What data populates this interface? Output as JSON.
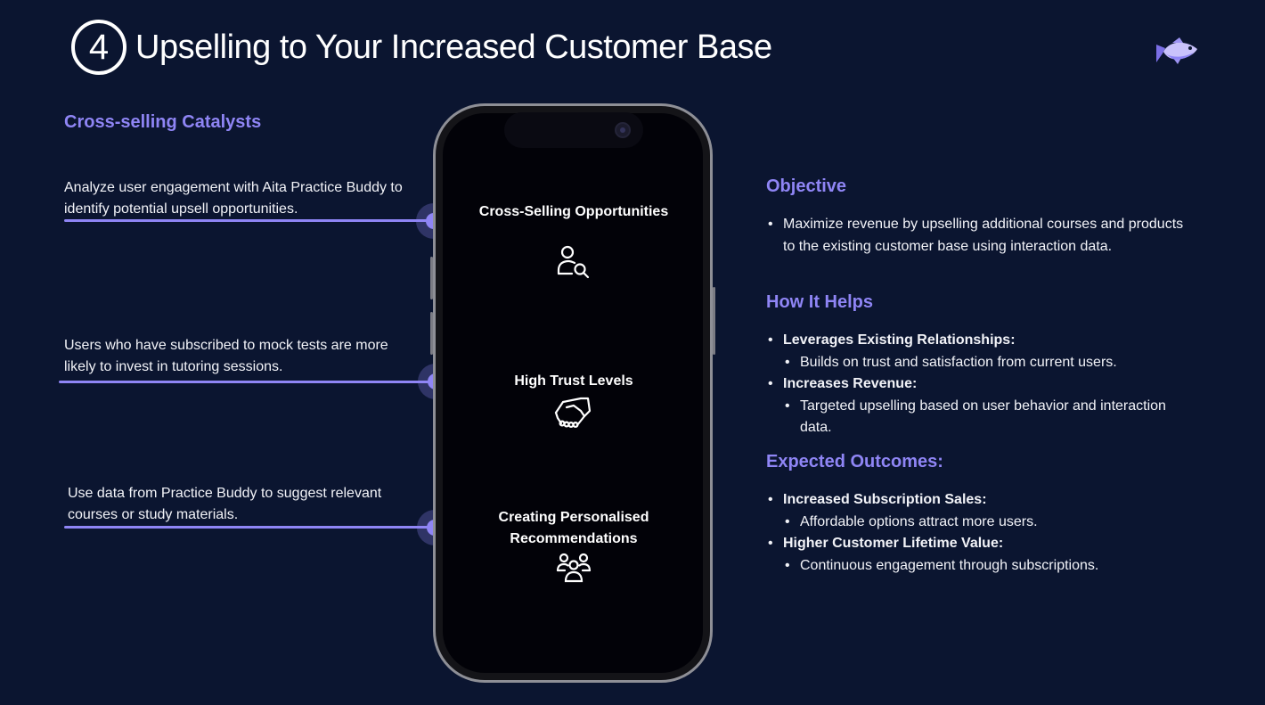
{
  "header": {
    "step_number": "4",
    "title": "Upselling to Your Increased Customer Base"
  },
  "left": {
    "heading": "Cross-selling Catalysts",
    "items": [
      {
        "text": "Analyze user engagement with Aita Practice Buddy to identify potential upsell opportunities."
      },
      {
        "text": "Users who have subscribed to mock tests are more likely to invest in tutoring sessions."
      },
      {
        "text": "Use data from Practice Buddy to suggest relevant courses or study materials."
      }
    ]
  },
  "phone": {
    "features": [
      {
        "label": "Cross-Selling Opportunities",
        "icon": "user-search-icon"
      },
      {
        "label": "High Trust Levels",
        "icon": "handshake-icon"
      },
      {
        "label": "Creating Personalised Recommendations",
        "icon": "group-icon"
      }
    ]
  },
  "right": {
    "objective": {
      "heading": "Objective",
      "text": "Maximize revenue by upselling additional courses and products to the existing customer base using interaction data."
    },
    "how_it_helps": {
      "heading": "How It Helps",
      "items": [
        {
          "title": "Leverages Existing Relationships:",
          "sub": "Builds on trust and satisfaction from current users."
        },
        {
          "title": "Increases Revenue:",
          "sub": "Targeted upselling based on user behavior and interaction data."
        }
      ]
    },
    "expected_outcomes": {
      "heading": "Expected Outcomes:",
      "items": [
        {
          "title": "Increased Subscription Sales:",
          "sub": "Affordable options attract more users."
        },
        {
          "title": "Higher Customer Lifetime Value:",
          "sub": "Continuous engagement through subscriptions."
        }
      ]
    }
  },
  "colors": {
    "background": "#0b1530",
    "accent": "#8f85f5",
    "text": "#ffffff"
  }
}
